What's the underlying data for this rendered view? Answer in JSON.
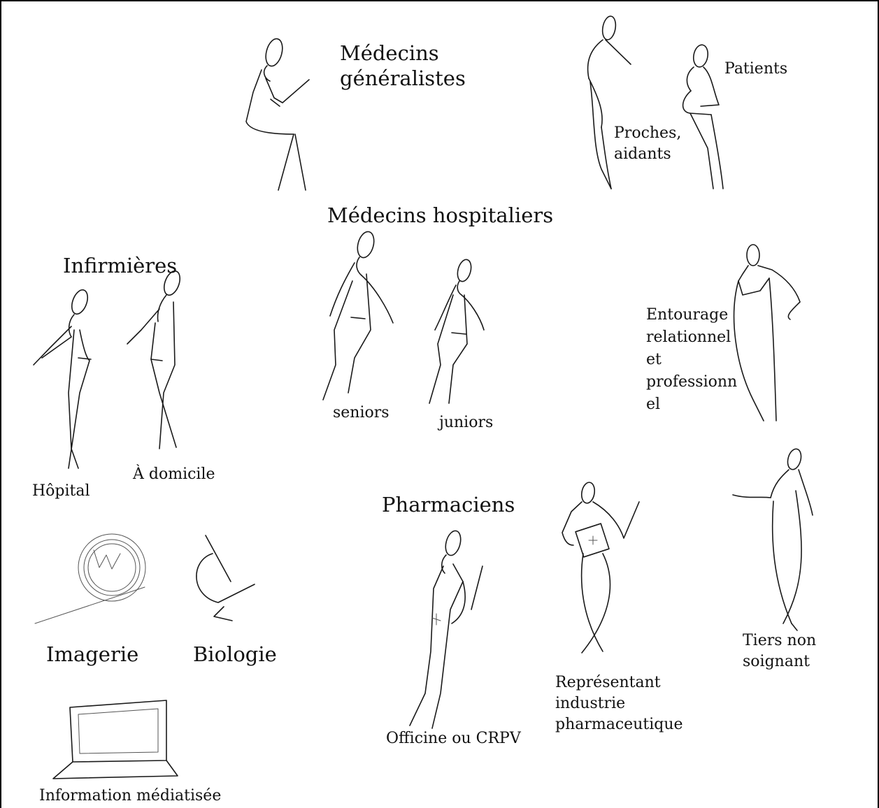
{
  "labels": {
    "medecins_generalistes_1": "Médecins",
    "medecins_generalistes_2": "généralistes",
    "patients": "Patients",
    "proches_1": "Proches,",
    "proches_2": "aidants",
    "medecins_hospitaliers": "Médecins hospitaliers",
    "infirmieres": "Infirmières",
    "seniors": "seniors",
    "juniors": "juniors",
    "entourage_1": "Entourage",
    "entourage_2": "relationnel",
    "entourage_3": "et",
    "entourage_4": "professionn",
    "entourage_5": "el",
    "hopital": "Hôpital",
    "a_domicile": "À domicile",
    "pharmaciens": "Pharmaciens",
    "imagerie": "Imagerie",
    "biologie": "Biologie",
    "tiers_1": "Tiers non",
    "tiers_2": "soignant",
    "representant_1": "Représentant",
    "representant_2": "industrie",
    "representant_3": "pharmaceutique",
    "officine": "Officine ou CRPV",
    "information": "Information médiatisée"
  },
  "icons": {
    "stick_figure": "person-sketch-icon",
    "scanner": "mri-scanner-icon",
    "microscope": "microscope-icon",
    "laptop": "laptop-icon"
  },
  "colors": {
    "stroke": "#1a1a1a",
    "background": "#ffffff"
  }
}
